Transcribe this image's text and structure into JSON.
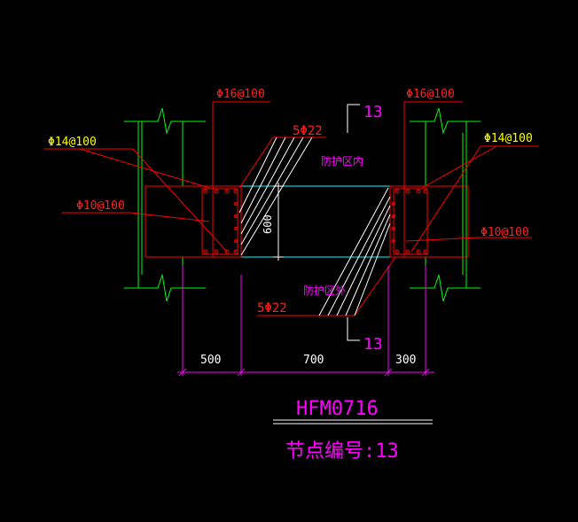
{
  "drawing": {
    "background": "#000000",
    "colors": {
      "green": "#00ff00",
      "red": "#ff0000",
      "yellow": "#ffff00",
      "magenta": "#ff00ff",
      "cyan": "#00ffff",
      "white": "#ffffff"
    },
    "labels": {
      "top_left_rebar": "Φ16@100",
      "top_right_rebar": "Φ16@100",
      "left_stirrup": "Φ14@100",
      "right_stirrup": "Φ14@100",
      "left_tie": "Φ10@100",
      "right_tie": "Φ10@100",
      "top_bars": "5Φ22",
      "bottom_bars": "5Φ22",
      "top_node_ref": "13",
      "bottom_node_ref": "13",
      "inside_zone": "防护区内",
      "outside_zone": "防护区外",
      "height_dim": "600"
    },
    "dimensions": [
      "500",
      "700",
      "300"
    ],
    "title": "HFM0716",
    "node_caption": "节点编号:13"
  }
}
